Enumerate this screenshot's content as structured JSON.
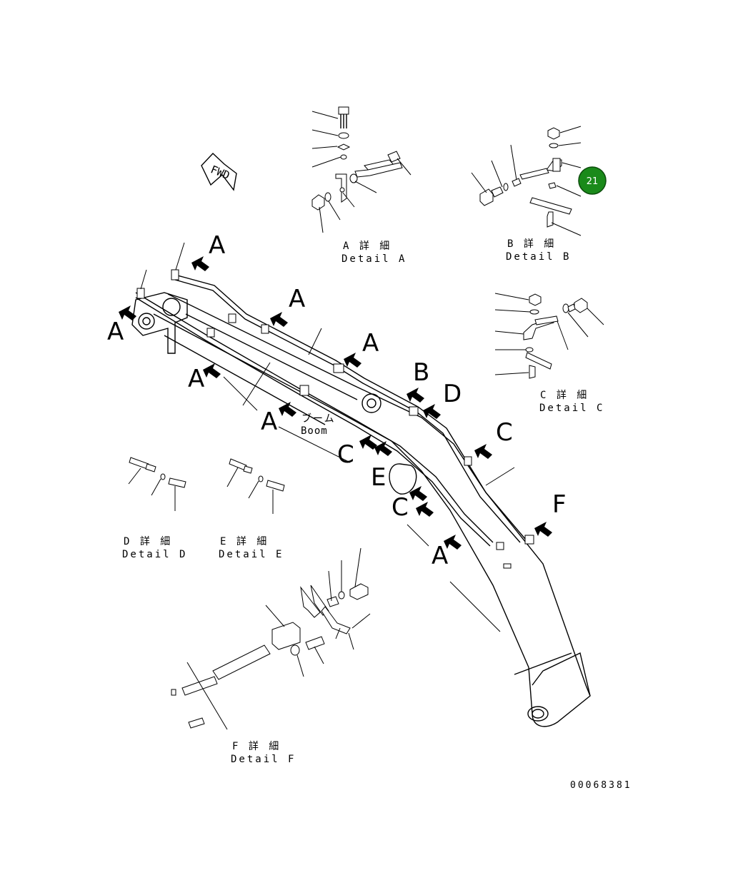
{
  "fwd_label": "FWD",
  "boom_label_jp": "ブーム",
  "boom_label_en": "Boom",
  "view_letters": {
    "a": "A",
    "b": "B",
    "c": "C",
    "d": "D",
    "e": "E",
    "f": "F"
  },
  "details": {
    "a": {
      "jp": "A 詳 細",
      "en": "Detail A"
    },
    "b": {
      "jp": "B 詳 細",
      "en": "Detail B"
    },
    "c": {
      "jp": "C 詳 細",
      "en": "Detail C"
    },
    "d": {
      "jp": "D 詳 細",
      "en": "Detail D"
    },
    "e": {
      "jp": "E 詳 細",
      "en": "Detail E"
    },
    "f": {
      "jp": "F 詳 細",
      "en": "Detail F"
    }
  },
  "callout": {
    "number": "21",
    "color": "#1a8a1a"
  },
  "drawing_number": "00068381"
}
